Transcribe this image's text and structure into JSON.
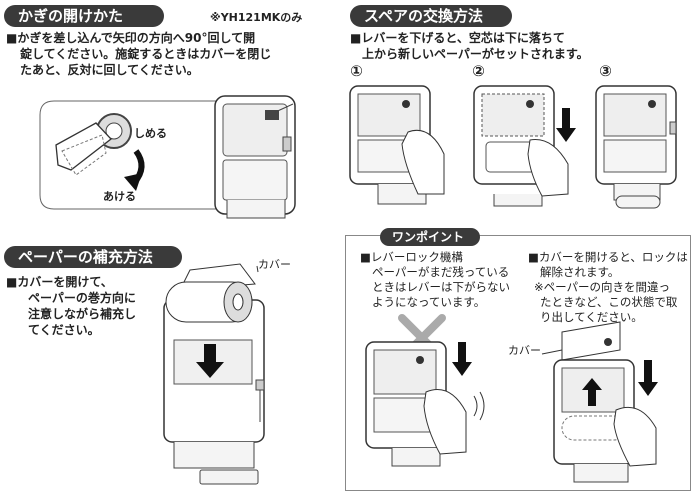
{
  "key_section": {
    "title": "かぎの開けかた",
    "model_note": "※YH121MKのみ",
    "lines": [
      "■かぎを差し込んで矢印の方向へ90°回して開",
      "錠してください。施錠するときはカバーを閉じ",
      "たあと、反対に回してください。"
    ],
    "label_lock": "しめる",
    "label_open": "あける"
  },
  "refill_section": {
    "title": "ペーパーの補充方法",
    "lines": [
      "■カバーを開けて、",
      "ペーパーの巻方向に",
      "注意しながら補充し",
      "てください。"
    ],
    "label_cover": "カバー"
  },
  "spare_section": {
    "title": "スペアの交換方法",
    "lines": [
      "■レバーを下げると、空芯は下に落ちて",
      "上から新しいペーパーがセットされます。"
    ],
    "steps": [
      "①",
      "②",
      "③"
    ]
  },
  "point_section": {
    "title": "ワンポイント",
    "left_lines": [
      "■レバーロック機構",
      "ペーパーがまだ残っている",
      "ときはレバーは下がらない",
      "ようになっています。"
    ],
    "right_lines": [
      "■カバーを開けると、ロックは",
      "解除されます。",
      "※ペーパーの向きを間違っ",
      "たときなど、この状態で取",
      "り出してください。"
    ],
    "label_cover": "カバー"
  }
}
